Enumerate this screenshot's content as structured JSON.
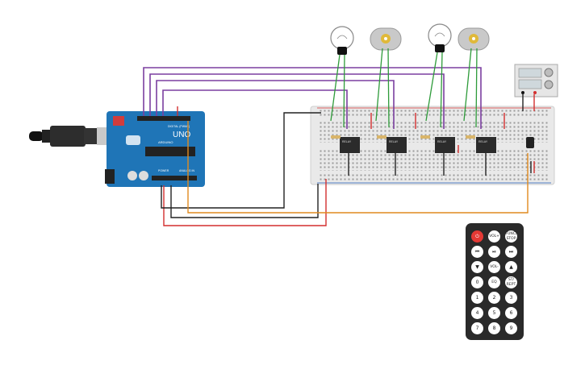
{
  "arduino": {
    "model_label": "UNO",
    "brand_label": "ARDUINO",
    "digital_label": "DIGITAL (PWM~)",
    "analog_label": "ANALOG IN",
    "power_label": "POWER"
  },
  "relays": [
    {
      "label": "RELAY"
    },
    {
      "label": "RELAY"
    },
    {
      "label": "RELAY"
    },
    {
      "label": "RELAY"
    }
  ],
  "loads": [
    {
      "type": "bulb"
    },
    {
      "type": "motor"
    },
    {
      "type": "bulb"
    },
    {
      "type": "motor"
    }
  ],
  "remote": {
    "buttons": [
      {
        "label": "⏻",
        "kind": "power"
      },
      {
        "label": "VOL+",
        "kind": "small"
      },
      {
        "label": "FUNC/ STOP",
        "kind": "small"
      },
      {
        "label": "⏮",
        "kind": "icon"
      },
      {
        "label": "⏯",
        "kind": "icon"
      },
      {
        "label": "⏭",
        "kind": "icon"
      },
      {
        "label": "▼",
        "kind": "icon"
      },
      {
        "label": "VOL-",
        "kind": "small"
      },
      {
        "label": "▲",
        "kind": "icon"
      },
      {
        "label": "0",
        "kind": "num"
      },
      {
        "label": "EQ",
        "kind": "small"
      },
      {
        "label": "ST/ REPT",
        "kind": "small"
      },
      {
        "label": "1",
        "kind": "num"
      },
      {
        "label": "2",
        "kind": "num"
      },
      {
        "label": "3",
        "kind": "num"
      },
      {
        "label": "4",
        "kind": "num"
      },
      {
        "label": "5",
        "kind": "num"
      },
      {
        "label": "6",
        "kind": "num"
      },
      {
        "label": "7",
        "kind": "num"
      },
      {
        "label": "8",
        "kind": "num"
      },
      {
        "label": "9",
        "kind": "num"
      }
    ]
  },
  "colors": {
    "wire_purple": "#7b3fa0",
    "wire_green": "#2e9b3a",
    "wire_red": "#d32f2f",
    "wire_black": "#222222",
    "wire_orange": "#e08a1e",
    "arduino_blue": "#1f75b7",
    "breadboard": "#e9e9e9",
    "relay": "#2b2b2b",
    "remote": "#2a2a2a"
  }
}
